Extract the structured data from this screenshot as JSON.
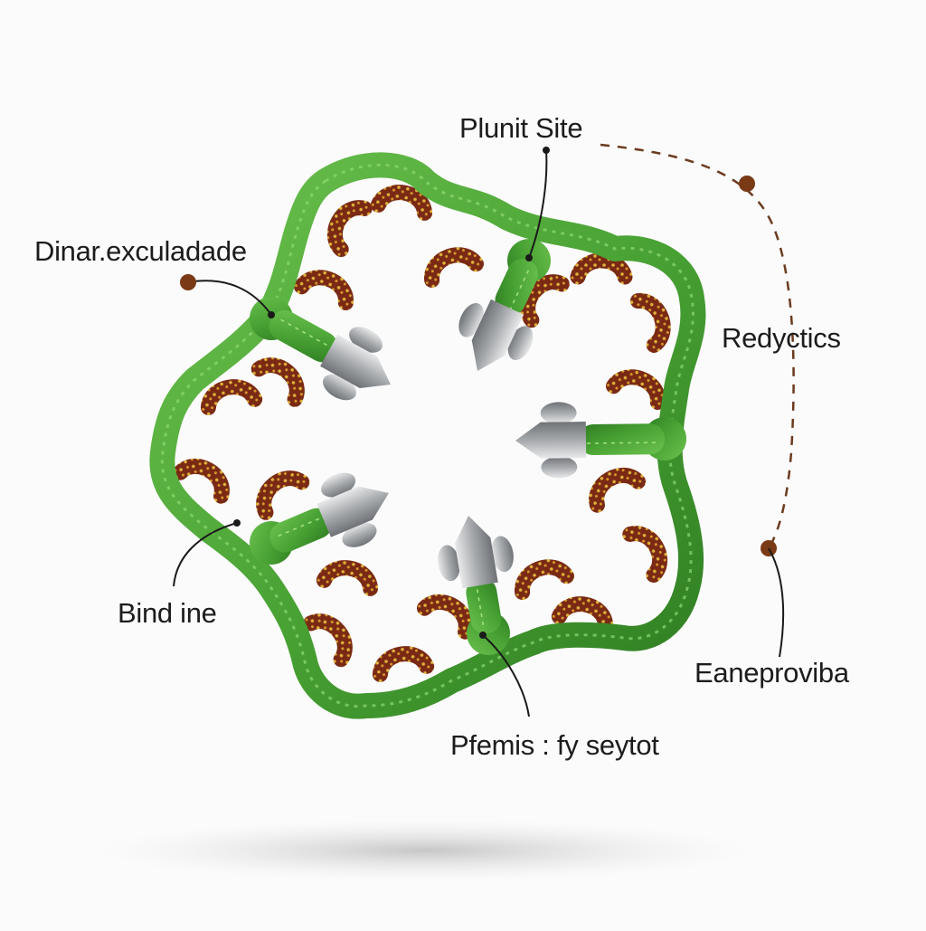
{
  "labels": {
    "top": "Plunit Site",
    "top_left": "Dinar.exculadade",
    "right": "Redyctics",
    "bottom_left": "Bind ine",
    "bottom_right": "Eaneproviba",
    "bottom": "Pfemis : fy seytot"
  },
  "colors": {
    "protein_green": "#4aa336",
    "protein_dark": "#2d7a1f",
    "residue_brown": "#7a2a14",
    "residue_dots": "#e0b23a",
    "ligand_silver": "#a9acb0",
    "leader_line": "#1a1a1a",
    "dashed_line": "#6b3a1e",
    "marker_dot": "#7a3a16"
  }
}
